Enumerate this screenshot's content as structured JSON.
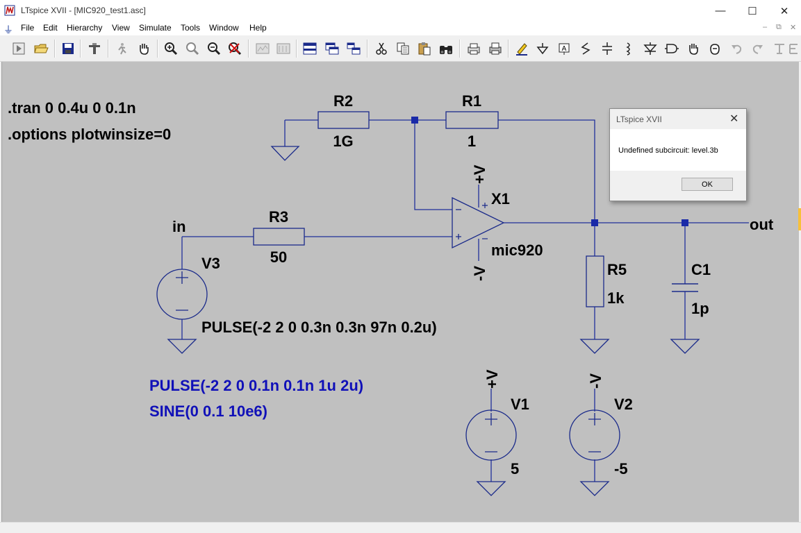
{
  "window": {
    "title": "LTspice XVII - [MIC920_test1.asc]",
    "minimize": "—",
    "maximize": "☐",
    "close": "✕"
  },
  "menu": {
    "items": [
      {
        "label": "File"
      },
      {
        "label": "Edit"
      },
      {
        "label": "Hierarchy"
      },
      {
        "label": "View"
      },
      {
        "label": "Simulate"
      },
      {
        "label": "Tools"
      },
      {
        "label": "Window"
      },
      {
        "label": "Help"
      }
    ],
    "mdi_min": "–",
    "mdi_restore": "⧉",
    "mdi_close": "✕"
  },
  "toolbar": {
    "icons": [
      "run-icon",
      "open-icon",
      "save-icon",
      "control-panel-icon",
      "halt-icon",
      "pan-icon",
      "zoom-in-icon",
      "zoom-full-icon",
      "zoom-out-icon",
      "cancel-zoom-icon",
      "tile-horizontal-icon",
      "tile-vertical-icon",
      "window-icon",
      "cascade-icon",
      "arrange-icon",
      "cut-icon",
      "copy-icon",
      "paste-icon",
      "find-icon",
      "print-setup-icon",
      "print-icon",
      "draw-wire-icon",
      "ground-icon",
      "label-net-icon",
      "resistor-icon",
      "capacitor-icon",
      "inductor-icon",
      "diode-icon",
      "component-icon",
      "move-icon",
      "drag-icon",
      "undo-icon",
      "redo-icon",
      "text-icon",
      "spice-directive-icon"
    ],
    "accent": "#1a2a8a"
  },
  "schematic": {
    "directives": [
      ".tran 0 0.4u 0 0.1n",
      ".options plotwinsize=0"
    ],
    "comments": [
      "PULSE(-2 2 0 0.1n 0.1n 1u 2u)",
      "SINE(0 0.1 10e6)"
    ],
    "components": {
      "R2": {
        "name": "R2",
        "value": "1G"
      },
      "R1": {
        "name": "R1",
        "value": "1"
      },
      "R3": {
        "name": "R3",
        "value": "50"
      },
      "R5": {
        "name": "R5",
        "value": "1k"
      },
      "C1": {
        "name": "C1",
        "value": "1p"
      },
      "X1": {
        "name": "X1",
        "value": "mic920"
      },
      "V3": {
        "name": "V3",
        "value": "PULSE(-2 2 0 0.3n 0.3n 97n 0.2u)"
      },
      "V1": {
        "name": "V1",
        "value": "5"
      },
      "V2": {
        "name": "V2",
        "value": "-5"
      }
    },
    "nets": {
      "in": "in",
      "out": "out",
      "vplus": "+V",
      "vminus": "-V"
    },
    "wire_color": "#1f2f9a",
    "component_color": "#1a2a8a",
    "background": "#c0c0c0"
  },
  "dialog": {
    "title": "LTspice XVII",
    "message": "Undefined subcircuit: level.3b",
    "ok_label": "OK",
    "close": "✕"
  }
}
